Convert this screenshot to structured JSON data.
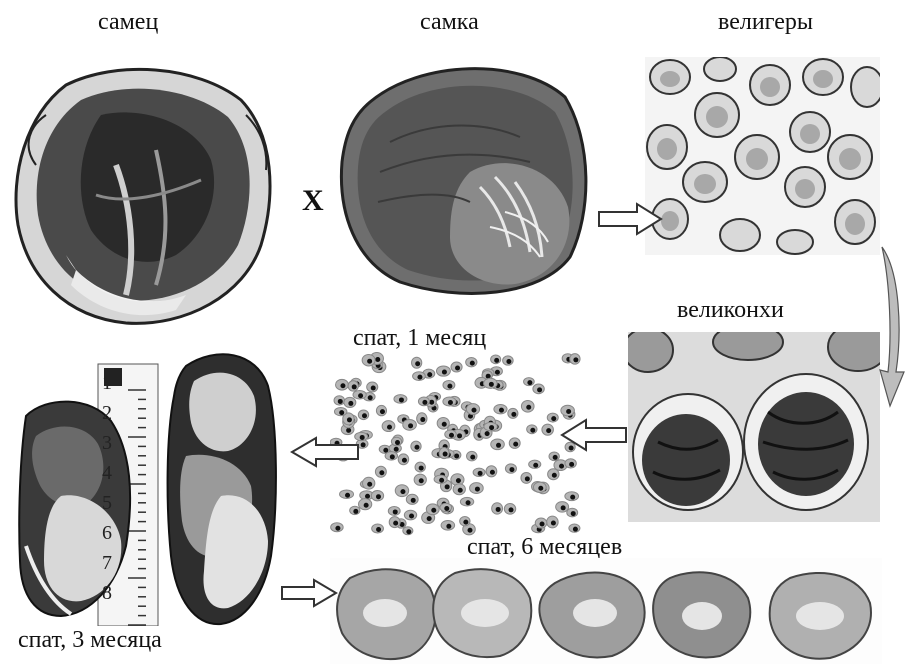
{
  "labels": {
    "male": "самец",
    "female": "самка",
    "veligers": "велигеры",
    "veliconchs": "великонхи",
    "spat_1": "спат, 1 месяц",
    "spat_6": "спат, 6 месяцев",
    "spat_3": "спат, 3 месяца",
    "cross": "Х"
  },
  "ruler_ticks": [
    "1",
    "2",
    "3",
    "4",
    "5",
    "6",
    "7",
    "8"
  ],
  "colors": {
    "ink": "#1a1a1a",
    "shell_dark": "#3a3a3a",
    "shell_mid": "#7a7a7a",
    "shell_light": "#d6d6d6",
    "arrow_fill": "#ffffff",
    "arrow_stroke": "#333333",
    "curved_arrow": "#bdbdbd"
  }
}
